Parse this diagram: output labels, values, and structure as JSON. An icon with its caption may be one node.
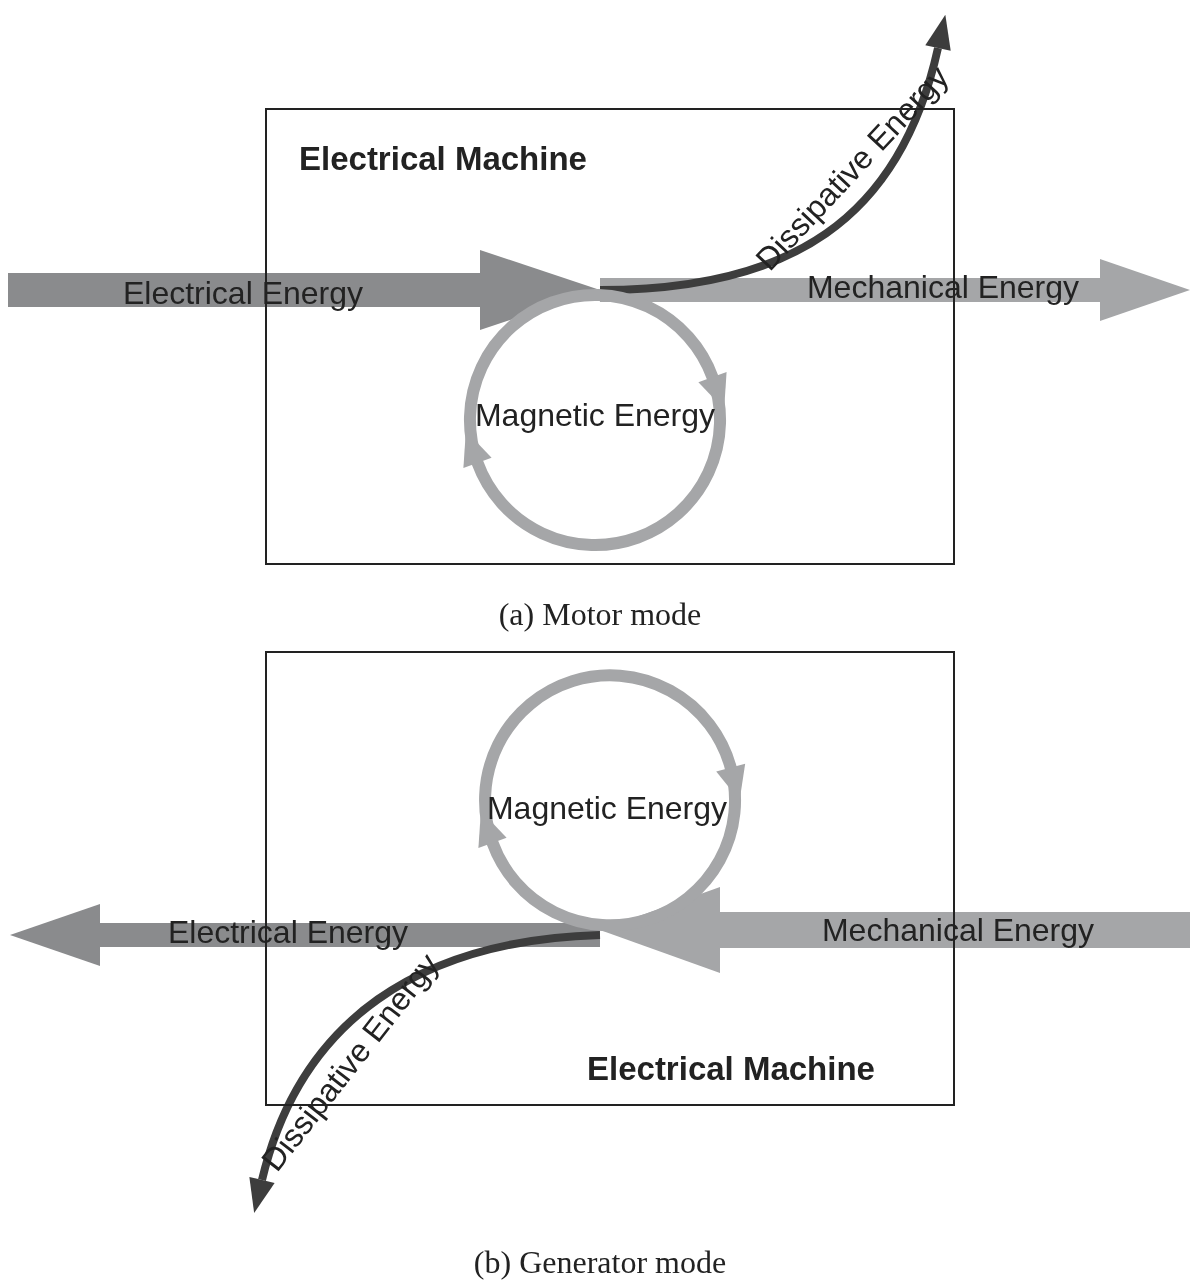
{
  "diagram": {
    "nodes": [
      {
        "text": [
          "Electrical Machine"
        ]
      },
      {
        "text": [
          "Electrical Machine"
        ]
      }
    ],
    "edges": [
      {
        "from": null,
        "to": 0,
        "arrow": "to",
        "label": "Electrical Energy",
        "style": "thick",
        "color": "#8a8b8d"
      },
      {
        "from": 0,
        "to": null,
        "arrow": "to",
        "label": "Mechanical Energy",
        "style": "thick",
        "color": "#a5a6a8"
      },
      {
        "from": 0,
        "to": null,
        "arrow": "to",
        "label": "Dissipative Energy",
        "color": "#3d3d3d"
      },
      {
        "from": 0,
        "to": 0,
        "arrow": "to",
        "label": "Magnetic Energy",
        "color": "#a5a6a8"
      },
      {
        "from": null,
        "to": 1,
        "arrow": "to",
        "label": "Mechanical Energy",
        "style": "thick",
        "color": "#a5a6a8"
      },
      {
        "from": 1,
        "to": null,
        "arrow": "to",
        "label": "Electrical Energy",
        "style": "thick",
        "color": "#8a8b8d"
      },
      {
        "from": 1,
        "to": null,
        "arrow": "to",
        "label": "Dissipative Energy",
        "color": "#3d3d3d"
      },
      {
        "from": 1,
        "to": 1,
        "arrow": "to",
        "label": "Magnetic Energy",
        "color": "#a5a6a8"
      }
    ],
    "labels": [
      "(a) Motor mode",
      "(b) Generator mode"
    ]
  }
}
